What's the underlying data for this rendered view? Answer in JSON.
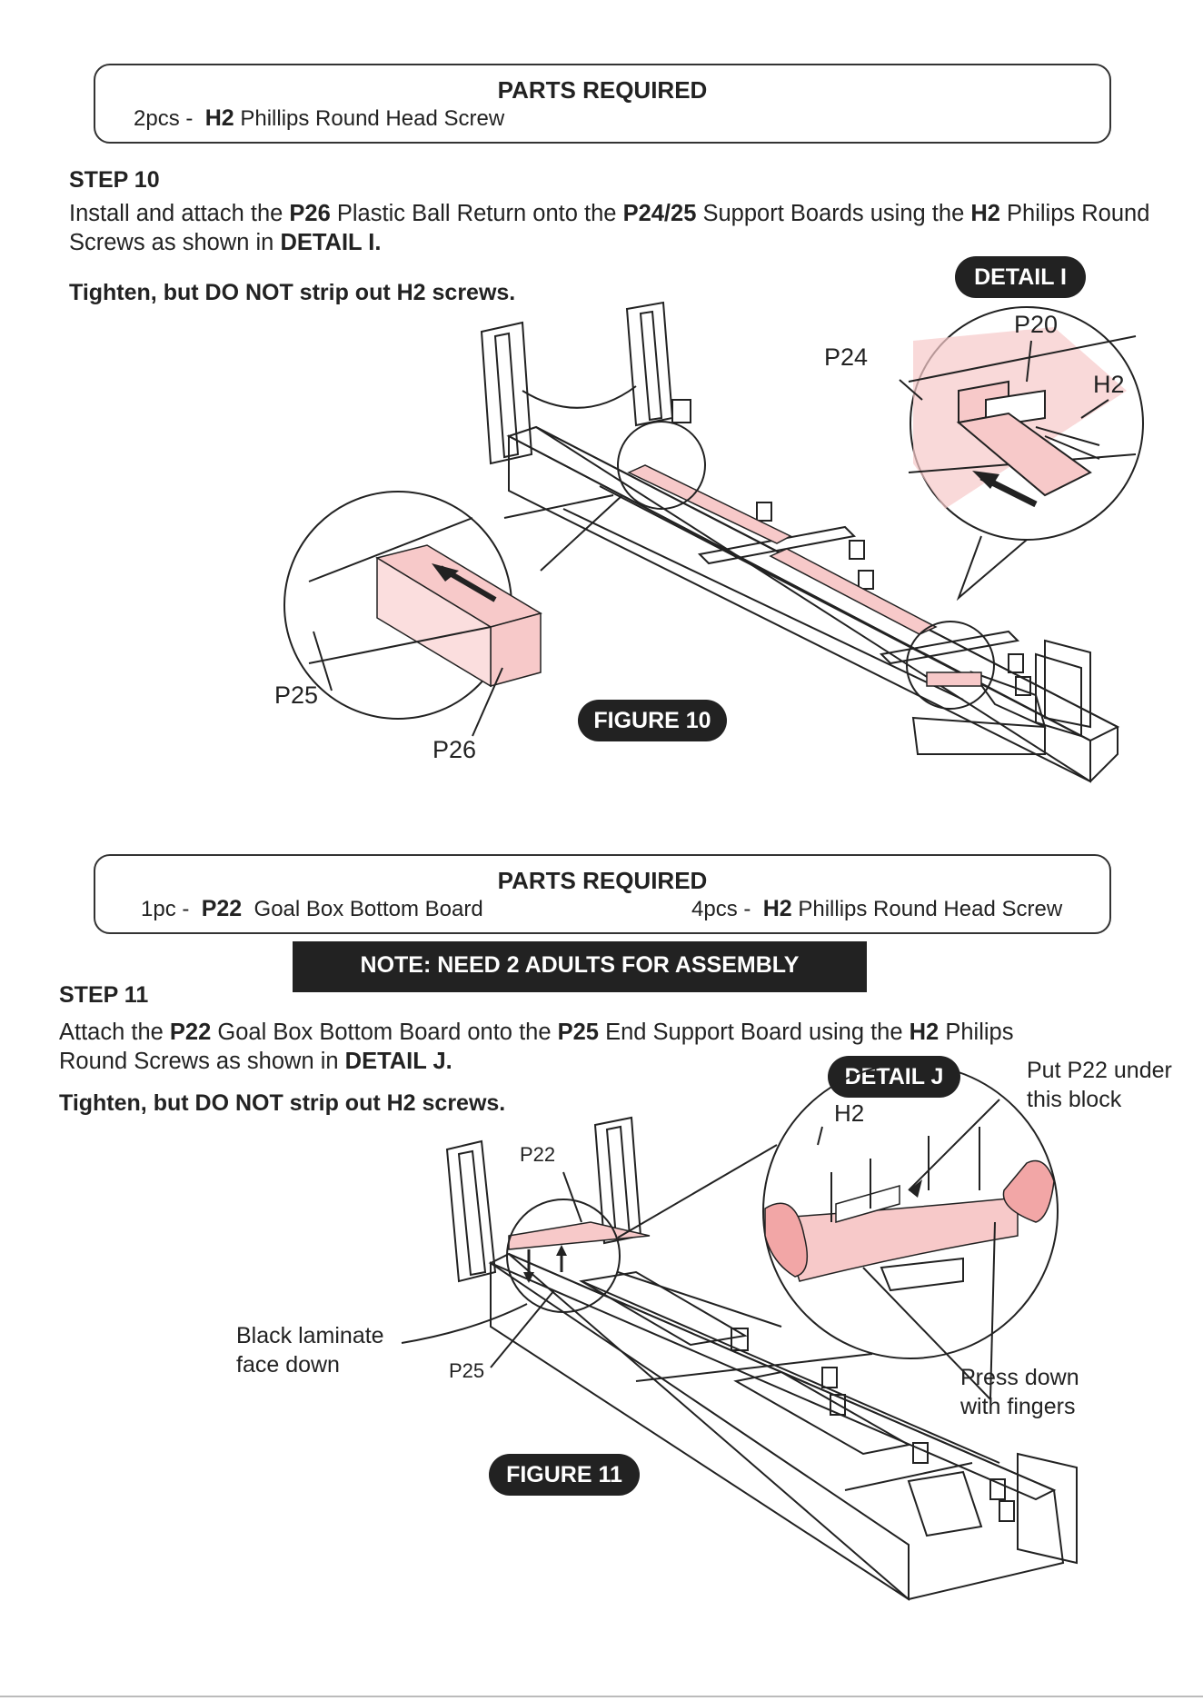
{
  "step10": {
    "parts_title": "PARTS REQUIRED",
    "parts": [
      {
        "qty": "2pcs -",
        "code": "H2",
        "desc": "Phillips Round Head Screw"
      }
    ],
    "label": "STEP 10",
    "text": [
      {
        "t": "Install and attach the ",
        "b": false
      },
      {
        "t": "P26",
        "b": true
      },
      {
        "t": "  Plastic Ball Return onto the ",
        "b": false
      },
      {
        "t": "P24/25",
        "b": true
      },
      {
        "t": " Support Boards using the ",
        "b": false
      },
      {
        "t": "H2",
        "b": true
      },
      {
        "t": " Philips Round Screws as shown in ",
        "b": false
      },
      {
        "t": "DETAIL I.",
        "b": true
      }
    ],
    "warning": "Tighten, but DO NOT strip out H2 screws.",
    "detail_badge": "DETAIL I",
    "figure_badge": "FIGURE 10",
    "labels": {
      "p20": "P20",
      "p24": "P24",
      "h2": "H2",
      "p25": "P25",
      "p26": "P26"
    }
  },
  "step11": {
    "parts_title": "PARTS REQUIRED",
    "parts": [
      {
        "qty": "1pc -",
        "code": "P22",
        "desc": "Goal Box Bottom Board"
      },
      {
        "qty": "4pcs -",
        "code": "H2",
        "desc": "Phillips Round Head Screw"
      }
    ],
    "note": "NOTE: NEED 2 ADULTS FOR ASSEMBLY",
    "label": "STEP 11",
    "text": [
      {
        "t": "Attach the ",
        "b": false
      },
      {
        "t": "P22",
        "b": true
      },
      {
        "t": " Goal Box Bottom Board onto the ",
        "b": false
      },
      {
        "t": "P25",
        "b": true
      },
      {
        "t": " End Support Board using the ",
        "b": false
      },
      {
        "t": "H2",
        "b": true
      },
      {
        "t": " Philips Round Screws as shown in ",
        "b": false
      },
      {
        "t": "DETAIL J.",
        "b": true
      }
    ],
    "warning": "Tighten, but DO NOT strip out H2 screws.",
    "detail_badge": "DETAIL J",
    "figure_badge": "FIGURE 11",
    "labels": {
      "h2": "H2",
      "p22": "P22",
      "p25": "P25",
      "put_under_1": "Put P22 under",
      "put_under_2": "this block",
      "laminate_1": "Black laminate",
      "laminate_2": "face down",
      "press_1": "Press down",
      "press_2": "with fingers"
    }
  },
  "colors": {
    "highlight": "#f7c9c9",
    "ink": "#222222"
  }
}
